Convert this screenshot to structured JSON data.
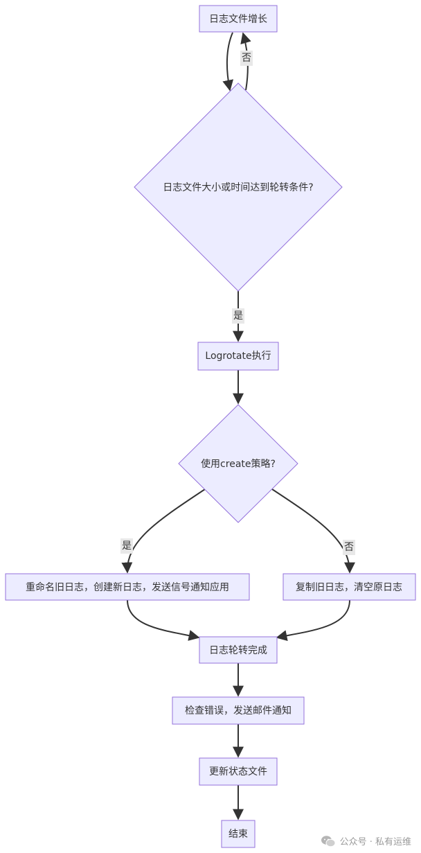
{
  "nodes": {
    "log_grow": "日志文件增长",
    "check_rotate": "日志文件大小或时间达到轮转条件?",
    "logrotate_exec": "Logrotate执行",
    "use_create": "使用create策略?",
    "rename_create": "重命名旧日志，创建新日志，发送信号通知应用",
    "copy_truncate": "复制旧日志，清空原日志",
    "rotate_done": "日志轮转完成",
    "check_errors": "检查错误，发送邮件通知",
    "update_state": "更新状态文件",
    "end": "结束"
  },
  "edge_labels": {
    "no_loop": "否",
    "yes_rotate": "是",
    "yes_create": "是",
    "no_create": "否"
  },
  "watermark": {
    "text": "公众号 · 私有运维",
    "icon": "wechat-icon"
  },
  "colors": {
    "node_fill": "#ececff",
    "node_stroke": "#9370db",
    "edge": "#333333",
    "label_bg": "#e8e8e8"
  }
}
